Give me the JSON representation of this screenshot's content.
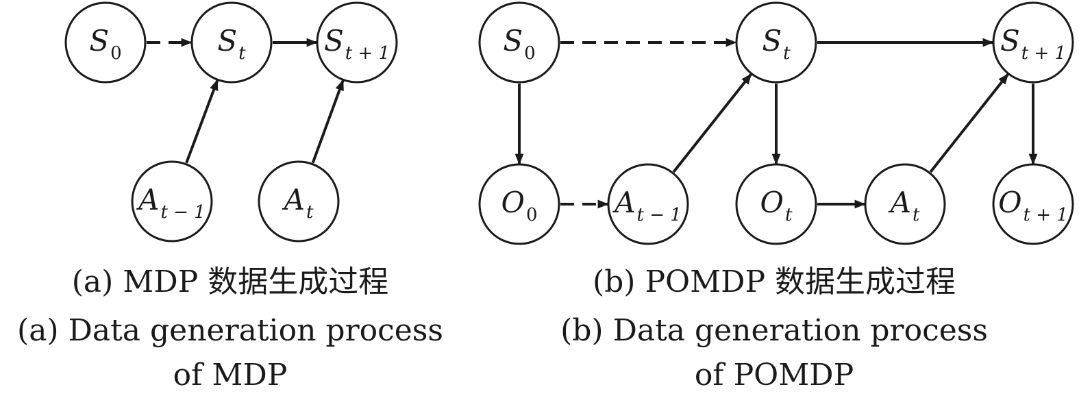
{
  "diagrams": {
    "mdp": {
      "nodes": {
        "s0": {
          "main": "S",
          "sub": "0"
        },
        "st": {
          "main": "S",
          "sub": "t"
        },
        "st1": {
          "main": "S",
          "sub": "t + 1"
        },
        "atm1": {
          "main": "A",
          "sub": "t − 1"
        },
        "at": {
          "main": "A",
          "sub": "t"
        }
      },
      "edges": [
        {
          "from": "s0",
          "to": "st",
          "style": "dashed"
        },
        {
          "from": "st",
          "to": "st1",
          "style": "solid"
        },
        {
          "from": "atm1",
          "to": "st",
          "style": "solid"
        },
        {
          "from": "at",
          "to": "st1",
          "style": "solid"
        }
      ],
      "caption": {
        "zh": "(a) MDP 数据生成过程",
        "en_line1": "(a) Data generation process",
        "en_line2": "of MDP"
      }
    },
    "pomdp": {
      "nodes": {
        "s0": {
          "main": "S",
          "sub": "0"
        },
        "st": {
          "main": "S",
          "sub": "t"
        },
        "st1": {
          "main": "S",
          "sub": "t + 1"
        },
        "o0": {
          "main": "O",
          "sub": "0"
        },
        "atm1": {
          "main": "A",
          "sub": "t − 1"
        },
        "ot": {
          "main": "O",
          "sub": "t"
        },
        "at": {
          "main": "A",
          "sub": "t"
        },
        "ot1": {
          "main": "O",
          "sub": "t + 1"
        }
      },
      "edges": [
        {
          "from": "s0",
          "to": "st",
          "style": "dashed"
        },
        {
          "from": "st",
          "to": "st1",
          "style": "solid"
        },
        {
          "from": "s0",
          "to": "o0",
          "style": "solid"
        },
        {
          "from": "o0",
          "to": "atm1",
          "style": "dashed"
        },
        {
          "from": "atm1",
          "to": "st",
          "style": "solid"
        },
        {
          "from": "st",
          "to": "ot",
          "style": "solid"
        },
        {
          "from": "ot",
          "to": "at",
          "style": "solid"
        },
        {
          "from": "at",
          "to": "st1",
          "style": "solid"
        },
        {
          "from": "st1",
          "to": "ot1",
          "style": "solid"
        }
      ],
      "caption": {
        "zh": "(b) POMDP 数据生成过程",
        "en_line1": "(b) Data generation process",
        "en_line2": "of POMDP"
      }
    }
  }
}
